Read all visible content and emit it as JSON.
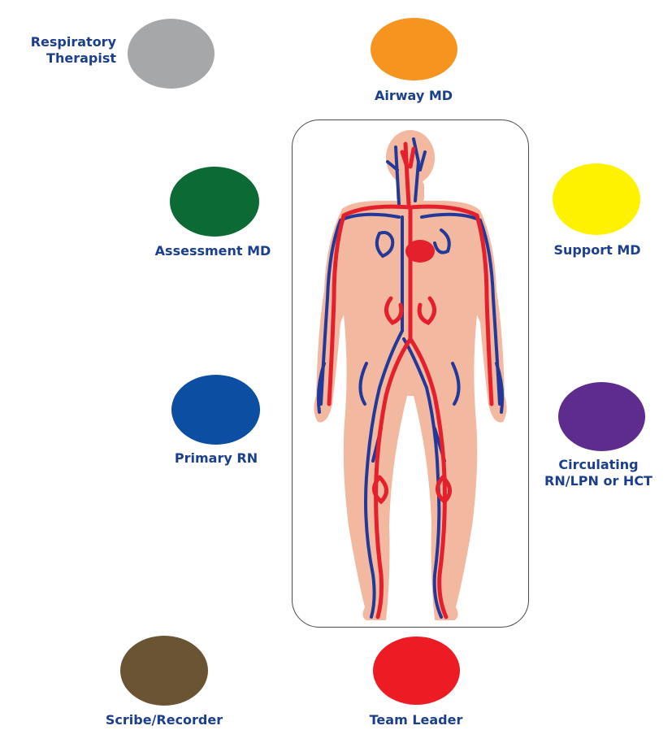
{
  "roles": {
    "respiratory_therapist": {
      "label_line1": "Respiratory",
      "label_line2": "Therapist",
      "color": "#a5a7a9"
    },
    "airway_md": {
      "label": "Airway MD",
      "color": "#f5951f"
    },
    "assessment_md": {
      "label": "Assessment MD",
      "color": "#0c6b34"
    },
    "support_md": {
      "label": "Support MD",
      "color": "#fff200"
    },
    "primary_rn": {
      "label": "Primary RN",
      "color": "#0b4ea2"
    },
    "circulating": {
      "label_line1": "Circulating",
      "label_line2": "RN/LPN or HCT",
      "color": "#5e2c8e"
    },
    "scribe_recorder": {
      "label": "Scribe/Recorder",
      "color": "#6b5433"
    },
    "team_leader": {
      "label": "Team Leader",
      "color": "#ed1c24"
    }
  },
  "colors": {
    "label_text": "#1c3f8c",
    "skin": "#f2b8a0",
    "artery": "#e3202b",
    "vein": "#23399a",
    "stretcher_border": "#4a4a4a"
  }
}
